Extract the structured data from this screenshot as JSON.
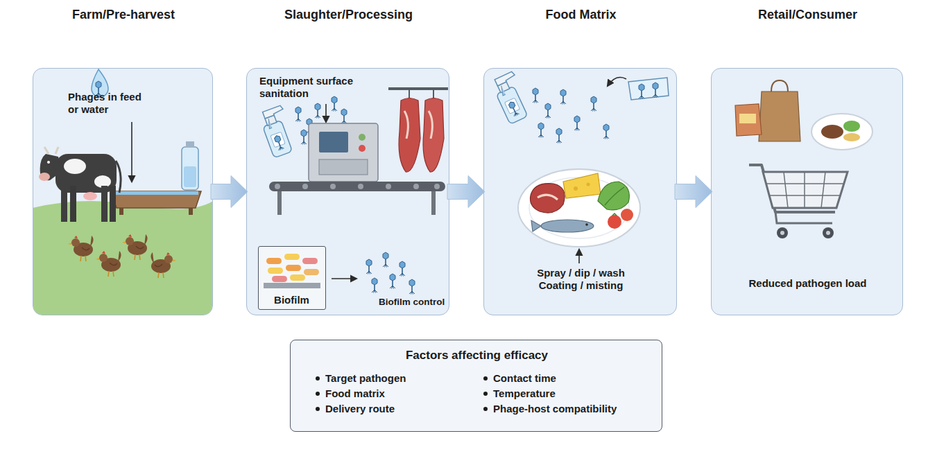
{
  "diagram": {
    "nodes": [
      {
        "text": [
          "Farm/Pre-harvest",
          "Phages in feed or water"
        ]
      },
      {
        "text": [
          "Slaughter/Processing",
          "Equipment surface sanitation",
          "Biofilm control"
        ]
      },
      {
        "text": [
          "Biofilm"
        ],
        "in": 1
      },
      {
        "text": [
          "Food Matrix",
          "Spray / dip / wash Coating / misting"
        ]
      },
      {
        "text": [
          "Retail/Consumer",
          "Reduced pathogen load"
        ]
      },
      {
        "text": [
          "Factors affecting efficacy",
          "Target pathogen",
          "Food matrix",
          "Delivery route",
          "Contact time",
          "Temperature",
          "Phage-host compatibility"
        ]
      }
    ],
    "edges": [
      {
        "from": 0,
        "to": 1,
        "arrow": "to"
      },
      {
        "from": 1,
        "to": 3,
        "arrow": "to"
      },
      {
        "from": 3,
        "to": 4,
        "arrow": "to"
      }
    ]
  }
}
